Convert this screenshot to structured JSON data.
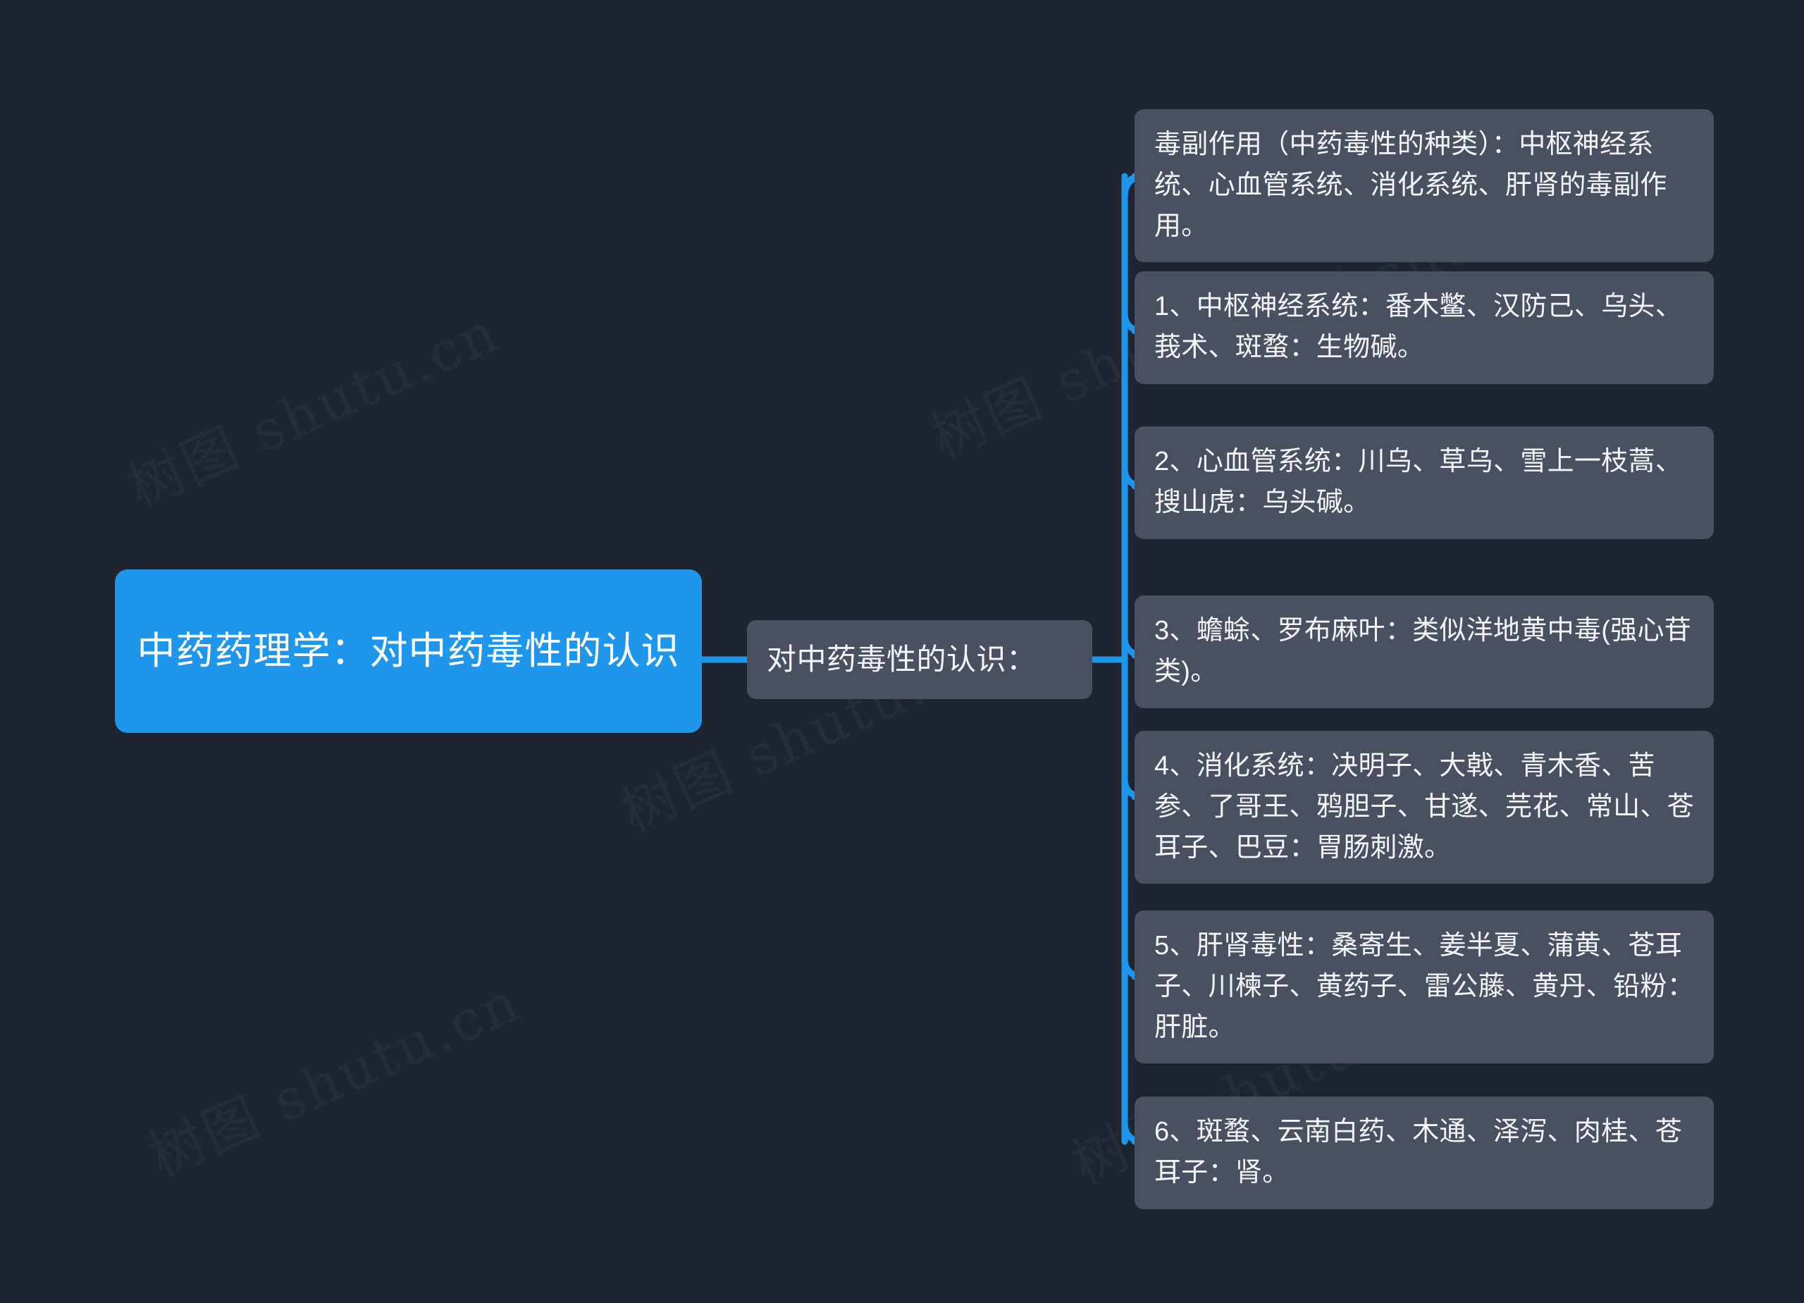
{
  "diagram": {
    "type": "mindmap",
    "title": "中药药理学：对中药毒性的认识",
    "background_color": "#1e2430",
    "root_color": "#1e96eb",
    "node_color": "#49505f",
    "connector_color": "#1e96eb",
    "text_color": "#f2f4f7",
    "watermark_text": "树图 shutu.cn"
  },
  "root": {
    "label": "中药药理学：对中药毒性的认识"
  },
  "branch": {
    "label": "对中药毒性的认识："
  },
  "leaves": [
    {
      "index": "0",
      "label": "毒副作用（中药毒性的种类）：中枢神经系统、心血管系统、消化系统、肝肾的毒副作用。"
    },
    {
      "index": "1",
      "label": "1、中枢神经系统：番木鳖、汉防己、乌头、莪术、斑蝥：生物碱。"
    },
    {
      "index": "2",
      "label": "2、心血管系统：川乌、草乌、雪上一枝蒿、搜山虎：乌头碱。"
    },
    {
      "index": "3",
      "label": "3、蟾蜍、罗布麻叶：类似洋地黄中毒(强心苷类)。"
    },
    {
      "index": "4",
      "label": "4、消化系统：决明子、大戟、青木香、苦参、了哥王、鸦胆子、甘遂、芫花、常山、苍耳子、巴豆：胃肠刺激。"
    },
    {
      "index": "5",
      "label": "5、肝肾毒性：桑寄生、姜半夏、蒲黄、苍耳子、川楝子、黄药子、雷公藤、黄丹、铅粉：肝脏。"
    },
    {
      "index": "6",
      "label": "6、斑蝥、云南白药、木通、泽泻、肉桂、苍耳子：肾。"
    }
  ],
  "watermarks": [
    {
      "text": "树图 shutu.cn"
    },
    {
      "text": "树图 shutu.cn"
    },
    {
      "text": "树图 shutu.cn"
    },
    {
      "text": "树图 shutu.cn"
    },
    {
      "text": "树图 shutu.cn"
    },
    {
      "text": "树图 shutu.cn"
    }
  ]
}
